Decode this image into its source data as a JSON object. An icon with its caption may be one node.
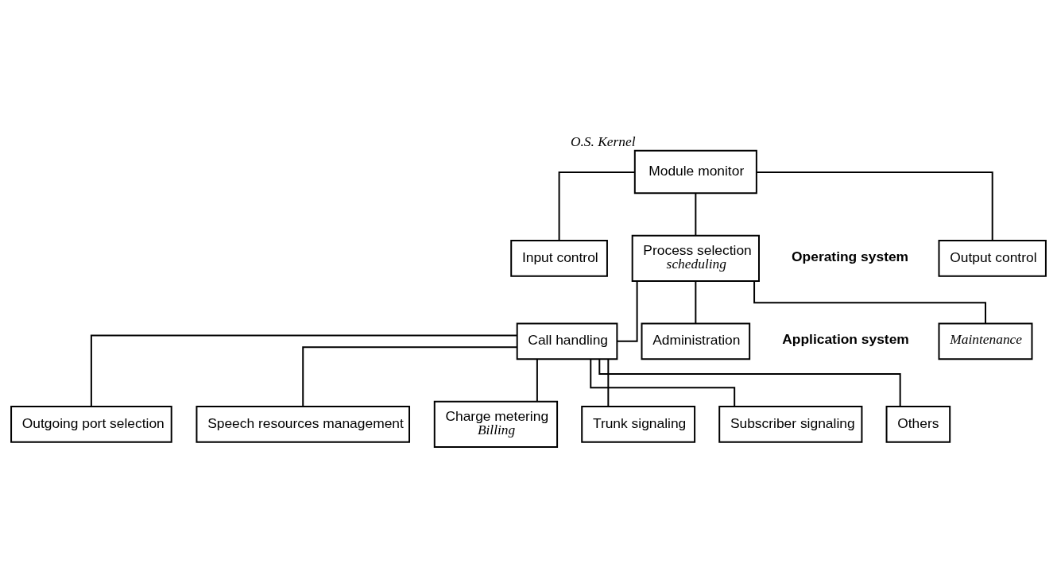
{
  "diagram": {
    "nodes": [
      {
        "text": [
          "Module monitor"
        ],
        "beside": [
          "O.S. Kernel"
        ]
      },
      {
        "text": [
          "Input control"
        ]
      },
      {
        "text": [
          "Process selection",
          "scheduling"
        ]
      },
      {
        "text": [
          "Output control"
        ]
      },
      {
        "text": [
          "Call handling"
        ]
      },
      {
        "text": [
          "Administration"
        ]
      },
      {
        "text": [
          "Maintenance"
        ]
      },
      {
        "text": [
          "Outgoing port selection"
        ]
      },
      {
        "text": [
          "Speech resources management"
        ]
      },
      {
        "text": [
          "Charge metering",
          "Billing"
        ]
      },
      {
        "text": [
          "Trunk signaling"
        ]
      },
      {
        "text": [
          "Subscriber signaling"
        ]
      },
      {
        "text": [
          "Others"
        ]
      }
    ],
    "edges": [
      {
        "from": 0,
        "to": 1,
        "arrow": "none"
      },
      {
        "from": 0,
        "to": 2,
        "arrow": "none"
      },
      {
        "from": 0,
        "to": 3,
        "arrow": "none"
      },
      {
        "from": 2,
        "to": 4,
        "arrow": "none"
      },
      {
        "from": 2,
        "to": 5,
        "arrow": "none"
      },
      {
        "from": 2,
        "to": 6,
        "arrow": "none"
      },
      {
        "from": 4,
        "to": 7,
        "arrow": "none"
      },
      {
        "from": 4,
        "to": 8,
        "arrow": "none"
      },
      {
        "from": 4,
        "to": 9,
        "arrow": "none"
      },
      {
        "from": 4,
        "to": 10,
        "arrow": "none"
      },
      {
        "from": 4,
        "to": 11,
        "arrow": "none"
      },
      {
        "from": 4,
        "to": 12,
        "arrow": "none"
      }
    ],
    "labels": [
      "Operating system",
      "Application system"
    ]
  }
}
